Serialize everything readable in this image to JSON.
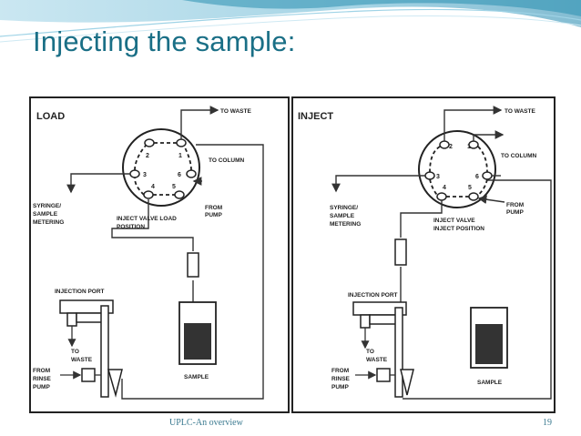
{
  "slide": {
    "title": "Injecting the sample:",
    "footer": "UPLC-An overview",
    "page_number": "19"
  },
  "load_panel": {
    "heading": "LOAD",
    "to_waste": "TO WASTE",
    "to_column": "TO COLUMN",
    "from_pump": [
      "FROM",
      "PUMP"
    ],
    "syringe": [
      "SYRINGE/",
      "SAMPLE",
      "METERING"
    ],
    "valve_position": [
      "INJECT VALVE LOAD",
      "POSITION"
    ],
    "injection_port": "INJECTION PORT",
    "waste": [
      "TO",
      "WASTE"
    ],
    "rinse_pump": [
      "FROM",
      "RINSE",
      "PUMP"
    ],
    "sample": "SAMPLE",
    "port_numbers": [
      "1",
      "2",
      "3",
      "4",
      "5",
      "6"
    ]
  },
  "inject_panel": {
    "heading": "INJECT",
    "to_waste": "TO WASTE",
    "to_column": "TO COLUMN",
    "from_pump": [
      "FROM",
      "PUMP"
    ],
    "syringe": [
      "SYRINGE/",
      "SAMPLE",
      "METERING"
    ],
    "valve_position": [
      "INJECT VALVE",
      "INJECT POSITION"
    ],
    "injection_port": "INJECTION PORT",
    "waste": [
      "TO",
      "WASTE"
    ],
    "rinse_pump": [
      "FROM",
      "RINSE",
      "PUMP"
    ],
    "sample": "SAMPLE",
    "port_numbers": [
      "1",
      "2",
      "3",
      "4",
      "5",
      "6"
    ]
  },
  "colors": {
    "title": "#1a6f86",
    "wave": "#2a8fb0"
  }
}
